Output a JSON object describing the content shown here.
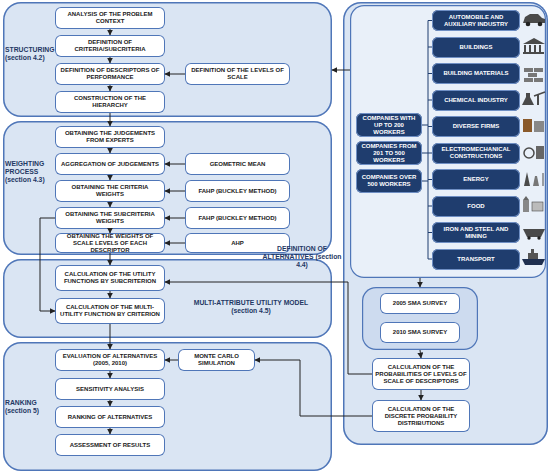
{
  "diagram": {
    "nodes": [
      {
        "text": [
          "STRUCTURING (section 4.2)"
        ]
      },
      {
        "text": [
          "ANALYSIS OF THE PROBLEM CONTEXT"
        ],
        "in": 0
      },
      {
        "text": [
          "DEFINITION OF CRITERIA/SUBCRITERIA"
        ],
        "in": 0
      },
      {
        "text": [
          "DEFINITION OF DESCRIPTORS OF PERFORMANCE"
        ],
        "in": 0
      },
      {
        "text": [
          "DEFINITION OF THE LEVELS OF SCALE"
        ],
        "in": 0
      },
      {
        "text": [
          "CONSTRUCTION OF THE HIERARCHY"
        ],
        "in": 0
      },
      {
        "text": [
          "WEIGHTING PROCESS (section 4.3)"
        ]
      },
      {
        "text": [
          "OBTAINING THE JUDGEMENTS FROM EXPERTS"
        ],
        "in": 6
      },
      {
        "text": [
          "AGGREGATION OF JUDGEMENTS"
        ],
        "in": 6
      },
      {
        "text": [
          "GEOMETRIC MEAN"
        ],
        "in": 6
      },
      {
        "text": [
          "OBTAINING THE CRITERIA WEIGHTS"
        ],
        "in": 6
      },
      {
        "text": [
          "FAHP (BUCKLEY METHOD)"
        ],
        "in": 6
      },
      {
        "text": [
          "OBTAINING THE SUBCRITERIA WEIGHTS"
        ],
        "in": 6
      },
      {
        "text": [
          "FAHP (BUCKLEY METHOD)"
        ],
        "in": 6
      },
      {
        "text": [
          "OBTAINING THE WEIGHTS OF SCALE LEVELS OF EACH DESCRIPTOR"
        ],
        "in": 6
      },
      {
        "text": [
          "AHP"
        ],
        "in": 6
      },
      {
        "text": [
          "MULTI-ATTRIBUTE UTILITY MODEL (section 4.5)"
        ]
      },
      {
        "text": [
          "CALCULATION OF THE UTILITY FUNCTIONS BY SUBCRITERION"
        ],
        "in": 16
      },
      {
        "text": [
          "CALCULATION OF THE MULTI-UTILITY FUNCTION BY CRITERION"
        ],
        "in": 16
      },
      {
        "text": [
          "RANKING (section 5)"
        ]
      },
      {
        "text": [
          "EVALUATION OF ALTERNATIVES (2005, 2010)"
        ],
        "in": 19
      },
      {
        "text": [
          "MONTE CARLO SIMULATION"
        ],
        "in": 19
      },
      {
        "text": [
          "SENSITIVITY ANALYSIS"
        ],
        "in": 19
      },
      {
        "text": [
          "RANKING OF ALTERNATIVES"
        ],
        "in": 19
      },
      {
        "text": [
          "ASSESSMENT OF RESULTS"
        ],
        "in": 19
      },
      {
        "text": [
          "DEFINITION OF ALTERNATIVES (section 4.4)"
        ]
      },
      {
        "text": [],
        "in": 25
      },
      {
        "text": [
          "COMPANIES WITH UP TO 200 WORKERS"
        ],
        "in": 26
      },
      {
        "text": [
          "COMPANIES FROM 201 TO 500 WORKERS"
        ],
        "in": 26
      },
      {
        "text": [
          "COMPANIES OVER 500 WORKERS"
        ],
        "in": 26
      },
      {
        "text": [
          "AUTOMOBILE AND AUXILIARY INDUSTRY"
        ],
        "in": 26
      },
      {
        "text": [
          "BUILDINGS"
        ],
        "in": 26
      },
      {
        "text": [
          "BUILDING MATERIALS"
        ],
        "in": 26
      },
      {
        "text": [
          "CHEMICAL INDUSTRY"
        ],
        "in": 26
      },
      {
        "text": [
          "DIVERSE FIRMS"
        ],
        "in": 26
      },
      {
        "text": [
          "ELECTROMECHANICAL CONSTRUCTIONS"
        ],
        "in": 26
      },
      {
        "text": [
          "ENERGY"
        ],
        "in": 26
      },
      {
        "text": [
          "FOOD"
        ],
        "in": 26
      },
      {
        "text": [
          "IRON AND STEEL AND MINING"
        ],
        "in": 26
      },
      {
        "text": [
          "TRANSPORT"
        ],
        "in": 26
      },
      {
        "text": [],
        "in": 25
      },
      {
        "text": [
          "2005 SMA SURVEY"
        ],
        "in": 40
      },
      {
        "text": [
          "2010 SMA SURVEY"
        ],
        "in": 40
      },
      {
        "text": [
          "CALCULATION OF THE PROBABILITIES OF LEVELS OF SCALE OF DESCRIPTORS"
        ],
        "in": 25
      },
      {
        "text": [
          "CALCULATION OF THE DISCRETE PROBABILITY DISTRIBUTIONS"
        ],
        "in": 25
      }
    ],
    "edges": [
      {
        "from": 1,
        "to": 2,
        "arrow": "to"
      },
      {
        "from": 2,
        "to": 3,
        "arrow": "to"
      },
      {
        "from": 4,
        "to": 3,
        "arrow": "to"
      },
      {
        "from": 3,
        "to": 5,
        "arrow": "to"
      },
      {
        "from": 5,
        "to": 7,
        "arrow": "to"
      },
      {
        "from": 7,
        "to": 8,
        "arrow": "to"
      },
      {
        "from": 9,
        "to": 8,
        "arrow": "to"
      },
      {
        "from": 8,
        "to": 10,
        "arrow": "to"
      },
      {
        "from": 11,
        "to": 10,
        "arrow": "to"
      },
      {
        "from": 10,
        "to": 12,
        "arrow": "to"
      },
      {
        "from": 13,
        "to": 12,
        "arrow": "to"
      },
      {
        "from": 12,
        "to": 14,
        "arrow": "to"
      },
      {
        "from": 15,
        "to": 14,
        "arrow": "to"
      },
      {
        "from": 14,
        "to": 17,
        "arrow": "to"
      },
      {
        "from": 12,
        "to": 18,
        "arrow": "to"
      },
      {
        "from": 17,
        "to": 18,
        "arrow": "to"
      },
      {
        "from": 18,
        "to": 20,
        "arrow": "to"
      },
      {
        "from": 21,
        "to": 20,
        "arrow": "to"
      },
      {
        "from": 20,
        "to": 22,
        "arrow": "to"
      },
      {
        "from": 22,
        "to": 23,
        "arrow": "to"
      },
      {
        "from": 23,
        "to": 24,
        "arrow": "to"
      },
      {
        "from": 26,
        "to": 0,
        "arrow": "to"
      },
      {
        "from": 26,
        "to": 40,
        "arrow": "to"
      },
      {
        "from": 40,
        "to": 43,
        "arrow": "to"
      },
      {
        "from": 43,
        "to": 17,
        "arrow": "to"
      },
      {
        "from": 43,
        "to": 44,
        "arrow": "to"
      },
      {
        "from": 44,
        "to": 21,
        "arrow": "to"
      }
    ]
  }
}
